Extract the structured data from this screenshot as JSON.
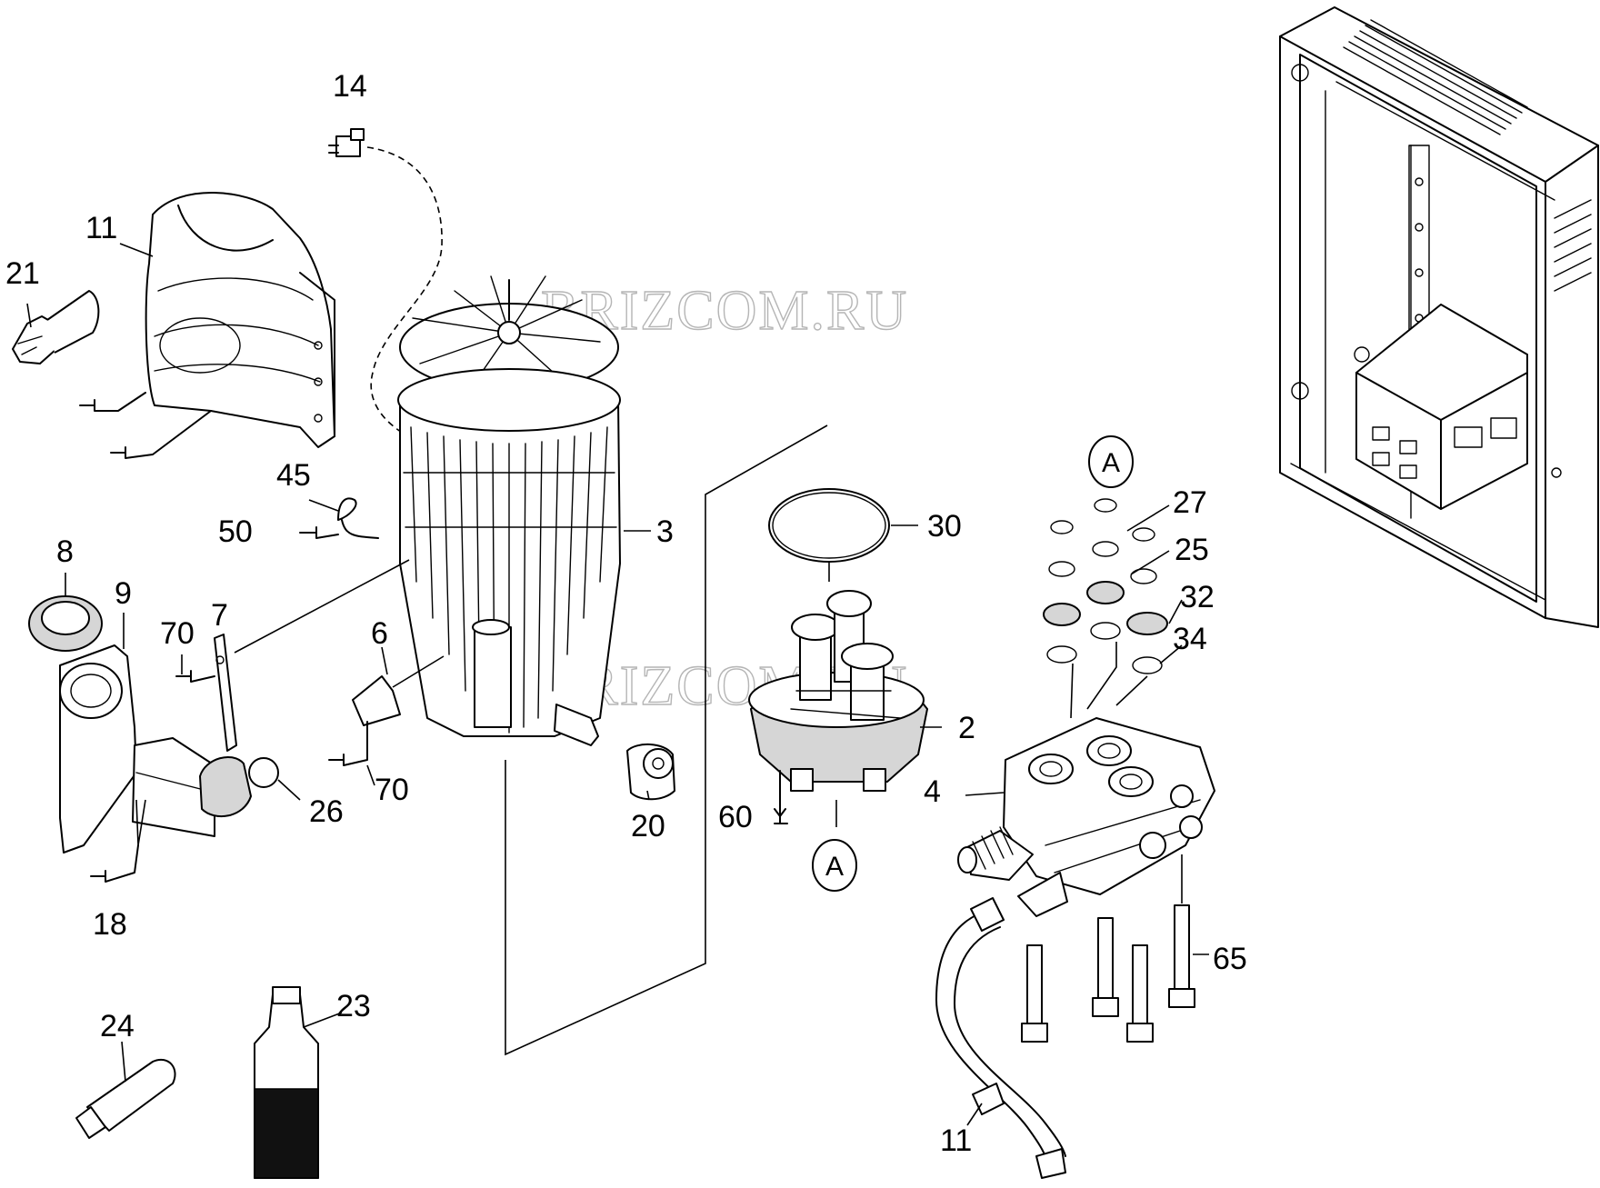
{
  "watermark": "BRIZCOM.RU",
  "callouts": {
    "ref_top": "A",
    "ref_bottom": "A"
  },
  "part_labels": {
    "p14": "14",
    "p11_cover": "11",
    "p21": "21",
    "p45": "45",
    "p50": "50",
    "p3": "3",
    "p8": "8",
    "p9": "9",
    "p70_left": "70",
    "p7": "7",
    "p6": "6",
    "p70_right": "70",
    "p26": "26",
    "p18": "18",
    "p20": "20",
    "p30": "30",
    "p2": "2",
    "p60": "60",
    "p4": "4",
    "p27": "27",
    "p25": "25",
    "p32": "32",
    "p34": "34",
    "p65": "65",
    "p11_hose": "11",
    "p24": "24",
    "p23": "23"
  }
}
